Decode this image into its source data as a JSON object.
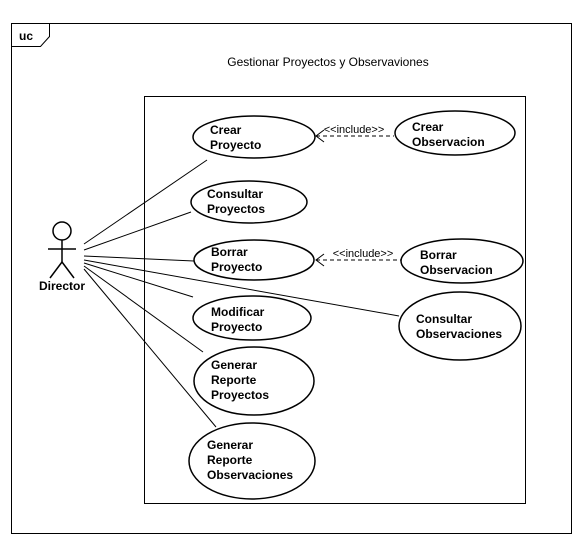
{
  "frame": {
    "tag": "uc"
  },
  "system": {
    "title": "Gestionar Proyectos y Observaviones"
  },
  "actor": {
    "name": "Director"
  },
  "use_cases": {
    "crear_proyecto": [
      "Crear",
      "Proyecto"
    ],
    "crear_observacion": [
      "Crear",
      "Observacion"
    ],
    "consultar_proyectos": [
      "Consultar",
      "Proyectos"
    ],
    "borrar_proyecto": [
      "Borrar",
      "Proyecto"
    ],
    "borrar_observacion": [
      "Borrar",
      "Observacion"
    ],
    "modificar_proyecto": [
      "Modificar",
      "Proyecto"
    ],
    "consultar_observaciones": [
      "Consultar",
      "Observaciones"
    ],
    "generar_reporte_proyectos": [
      "Generar",
      "Reporte",
      "Proyectos"
    ],
    "generar_reporte_observaciones": [
      "Generar",
      "Reporte",
      "Observaciones"
    ]
  },
  "relations": {
    "include_1": "<<include>>",
    "include_2": "<<include>>"
  }
}
